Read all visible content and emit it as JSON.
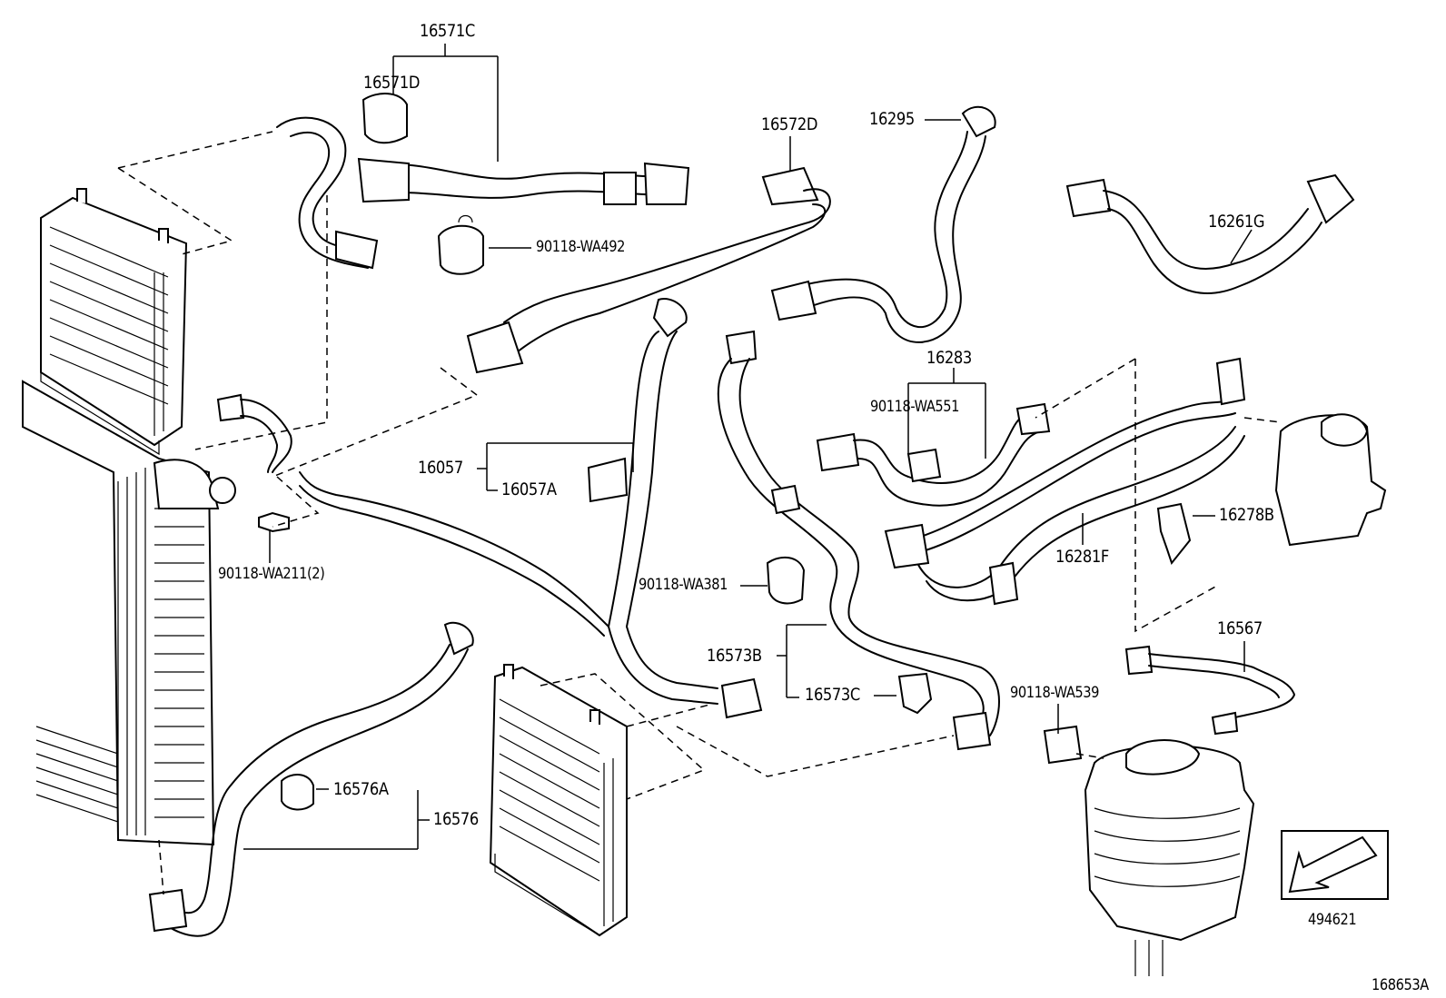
{
  "labels": {
    "p16571C": "16571C",
    "p16571D": "16571D",
    "p16572D": "16572D",
    "p16295": "16295",
    "p16261G": "16261G",
    "p90118_WA492": "90118-WA492",
    "p16283": "16283",
    "p90118_WA551": "90118-WA551",
    "p16057": "16057",
    "p16057A": "16057A",
    "p90118_WA211": "90118-WA211(2)",
    "p90118_WA381": "90118-WA381",
    "p16278B": "16278B",
    "p16281F": "16281F",
    "p16567": "16567",
    "p16573B": "16573B",
    "p16573C": "16573C",
    "p90118_WA539": "90118-WA539",
    "p16576A": "16576A",
    "p16576": "16576",
    "view_ref": "494621",
    "diagram_id": "168653A"
  },
  "icons": {
    "view_arrow": "view-direction-arrow-icon"
  }
}
